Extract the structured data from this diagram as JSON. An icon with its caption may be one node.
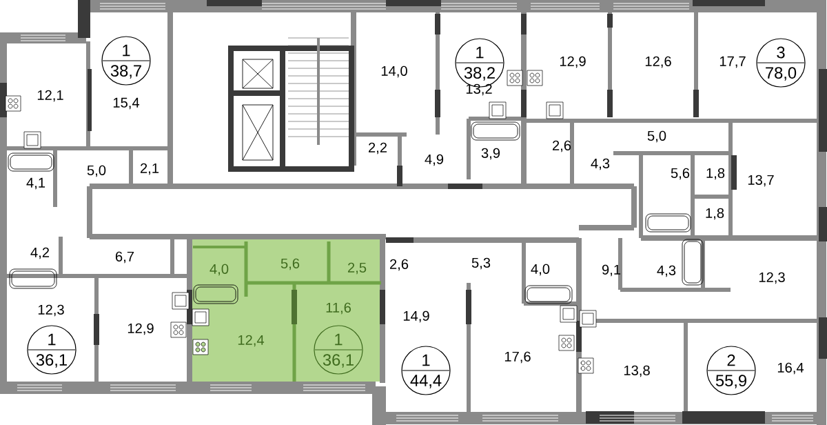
{
  "diagram": {
    "nodes": [
      {
        "text": [
          "1",
          "38,7"
        ]
      },
      {
        "text": [
          "1",
          "38,2"
        ]
      },
      {
        "text": [
          "3",
          "78,0"
        ]
      },
      {
        "text": [
          "1",
          "36,1"
        ]
      },
      {
        "text": [
          "1",
          "36,1"
        ]
      },
      {
        "text": [
          "1",
          "44,4"
        ]
      },
      {
        "text": [
          "2",
          "55,9"
        ]
      }
    ],
    "labels": [
      "12,9",
      "12,6",
      "17,7",
      "14,0",
      "13,2",
      "12,1",
      "15,4",
      "5,0",
      "2,6",
      "2,2",
      "3,9",
      "4,9",
      "4,3",
      "5,0",
      "2,1",
      "5,6",
      "1,8",
      "13,7",
      "4,1",
      "1,8",
      "4,2",
      "6,7",
      "2,6",
      "5,3",
      "5,6",
      "2,5",
      "4,0",
      "4,0",
      "9,1",
      "4,3",
      "12,3",
      "11,6",
      "12,3",
      "14,9",
      "12,9",
      "12,4",
      "17,6",
      "16,4",
      "13,8"
    ]
  }
}
